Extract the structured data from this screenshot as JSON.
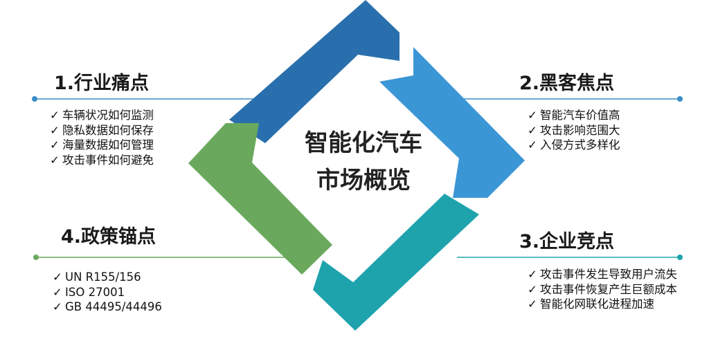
{
  "center": {
    "line1": "智能化汽车",
    "line2": "市场概览"
  },
  "sections": [
    {
      "title": "1.行业痛点",
      "items": [
        "车辆状况如何监测",
        "隐私数据如何保存",
        "海量数据如何管理",
        "攻击事件如何避免"
      ]
    },
    {
      "title": "2.黑客焦点",
      "items": [
        "智能汽车价值高",
        "攻击影响范围大",
        "入侵方式多样化"
      ]
    },
    {
      "title": "3.企业竞点",
      "items": [
        "攻击事件发生导致用户流失",
        "攻击事件恢复产生巨额成本",
        "智能化网联化进程加速"
      ]
    },
    {
      "title": "4.政策锚点",
      "items": [
        "UN R155/156",
        "ISO 27001",
        "GB 44495/44496"
      ]
    }
  ],
  "colors": {
    "dark_blue": "#2a6fad",
    "light_blue": "#3b96d6",
    "teal": "#1ea3ad",
    "green": "#6aa95d",
    "line_blue": "#3a8cc8",
    "line_teal": "#1ea3ad",
    "line_green": "#6aa95d"
  },
  "icons": {
    "check": "check-icon",
    "dot": "dot-icon"
  }
}
